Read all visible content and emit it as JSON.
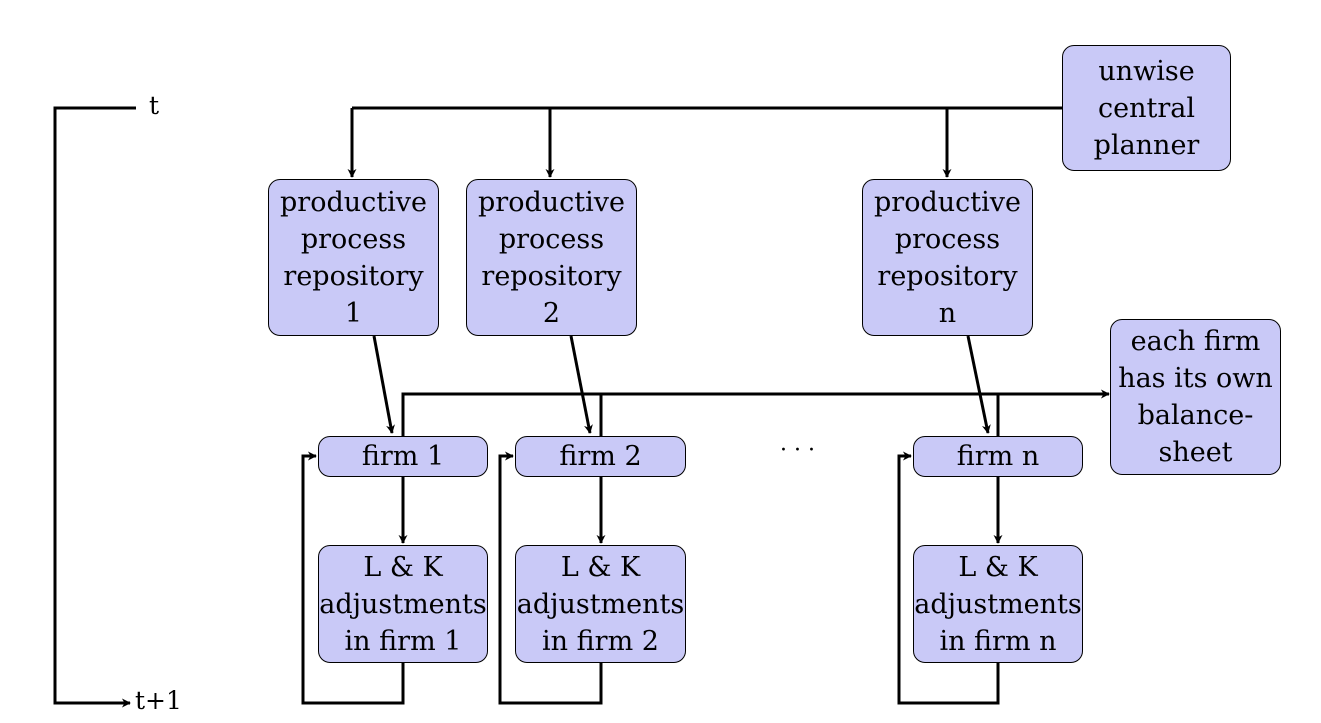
{
  "time": {
    "start": "t",
    "end": "t+1"
  },
  "planner": {
    "lines": [
      "unwise",
      "central",
      "planner"
    ]
  },
  "repositories": [
    {
      "lines": [
        "productive",
        "process",
        "repository",
        "1"
      ]
    },
    {
      "lines": [
        "productive",
        "process",
        "repository",
        "2"
      ]
    },
    {
      "lines": [
        "productive",
        "process",
        "repository",
        "n"
      ]
    }
  ],
  "firms": [
    {
      "label": "firm 1"
    },
    {
      "label": "firm 2"
    },
    {
      "label": "firm n"
    }
  ],
  "adjustments": [
    {
      "lines": [
        "L & K",
        "adjustments",
        "in firm 1"
      ]
    },
    {
      "lines": [
        "L & K",
        "adjustments",
        "in firm 2"
      ]
    },
    {
      "lines": [
        "L & K",
        "adjustments",
        "in firm n"
      ]
    }
  ],
  "balance_sheet": {
    "lines": [
      "each firm",
      "has its own",
      "balance-",
      "sheet"
    ]
  },
  "ellipsis": "· · ·",
  "colors": {
    "node_fill": "#c9c9f7",
    "stroke": "#000000"
  }
}
